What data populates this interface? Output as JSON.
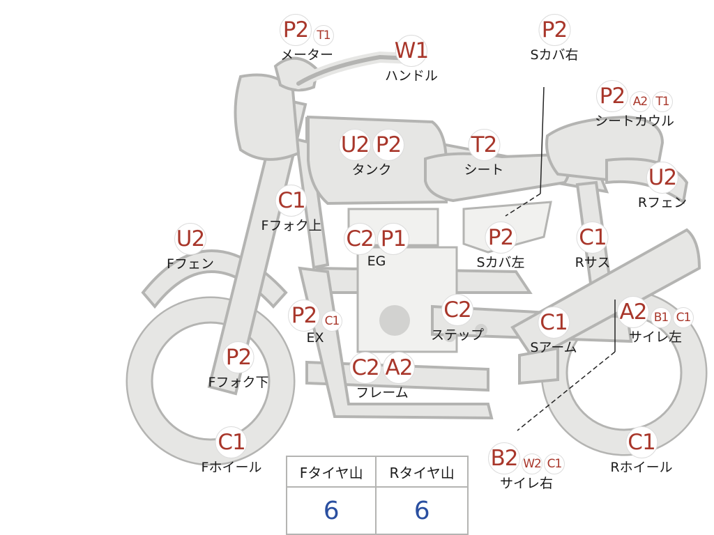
{
  "parts": [
    {
      "id": "meter",
      "label": "メーター",
      "grades": [
        "P2",
        "T1"
      ]
    },
    {
      "id": "handle",
      "label": "ハンドル",
      "grades": [
        "W1"
      ]
    },
    {
      "id": "side-cover-r",
      "label": "Sカバ右",
      "grades": [
        "P2"
      ]
    },
    {
      "id": "seat-cowl",
      "label": "シートカウル",
      "grades": [
        "P2",
        "A2",
        "T1"
      ]
    },
    {
      "id": "tank",
      "label": "タンク",
      "grades": [
        "U2",
        "P2"
      ]
    },
    {
      "id": "seat",
      "label": "シート",
      "grades": [
        "T2"
      ]
    },
    {
      "id": "rear-fender",
      "label": "Rフェン",
      "grades": [
        "U2"
      ]
    },
    {
      "id": "f-fork-upper",
      "label": "Fフォク上",
      "grades": [
        "C1"
      ]
    },
    {
      "id": "front-fender",
      "label": "Fフェン",
      "grades": [
        "U2"
      ]
    },
    {
      "id": "engine",
      "label": "EG",
      "grades": [
        "C2",
        "P1"
      ]
    },
    {
      "id": "side-cover-l",
      "label": "Sカバ左",
      "grades": [
        "P2"
      ]
    },
    {
      "id": "rear-sus",
      "label": "Rサス",
      "grades": [
        "C1"
      ]
    },
    {
      "id": "exhaust",
      "label": "EX",
      "grades": [
        "P2",
        "C1"
      ]
    },
    {
      "id": "step",
      "label": "ステップ",
      "grades": [
        "C2"
      ]
    },
    {
      "id": "swing-arm",
      "label": "Sアーム",
      "grades": [
        "C1"
      ]
    },
    {
      "id": "muffler-l",
      "label": "サイレ左",
      "grades": [
        "A2",
        "B1",
        "C1"
      ]
    },
    {
      "id": "f-fork-lower",
      "label": "Fフォク下",
      "grades": [
        "P2"
      ]
    },
    {
      "id": "frame",
      "label": "フレーム",
      "grades": [
        "C2",
        "A2"
      ]
    },
    {
      "id": "muffler-r",
      "label": "サイレ右",
      "grades": [
        "B2",
        "W2",
        "C1"
      ]
    },
    {
      "id": "front-wheel",
      "label": "Fホイール",
      "grades": [
        "C1"
      ]
    },
    {
      "id": "rear-wheel",
      "label": "Rホイール",
      "grades": [
        "C1"
      ]
    }
  ],
  "tread_table": {
    "headers": [
      "Fタイヤ山",
      "Rタイヤ山"
    ],
    "values": [
      "6",
      "6"
    ]
  },
  "colors": {
    "grade_text": "#a8362a",
    "value_text": "#2a4fa0",
    "bike_fill": "#e6e6e4",
    "bike_outline": "#b4b4b2"
  }
}
